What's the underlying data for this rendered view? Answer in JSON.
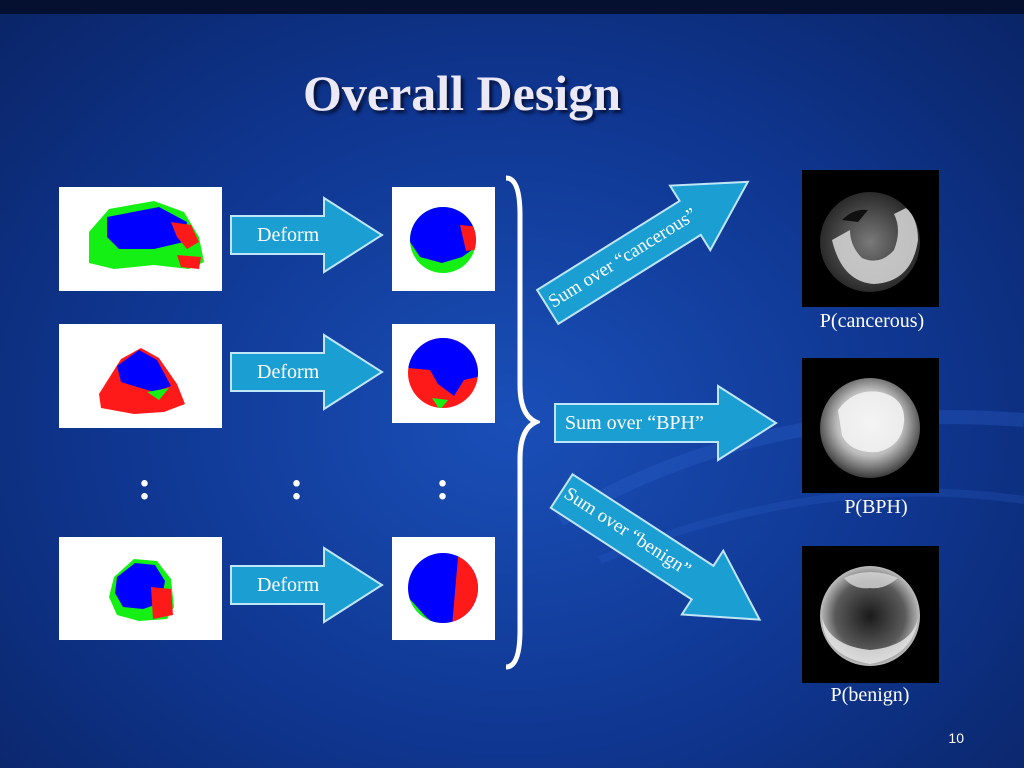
{
  "slide": {
    "title": "Overall Design",
    "page_number": "10"
  },
  "deform_labels": [
    "Deform",
    "Deform",
    "Deform"
  ],
  "ellipsis": [
    ":",
    ":",
    ":"
  ],
  "sum_labels": {
    "cancerous": "Sum over “cancerous”",
    "bph": "Sum over “BPH”",
    "benign": "Sum over “benign”"
  },
  "outputs": {
    "cancerous": "P(cancerous)",
    "bph": "P(BPH)",
    "benign": "P(benign)"
  },
  "colors": {
    "arrow_fill": "#1b9ed2",
    "arrow_stroke": "#bfe6f6",
    "region_blue": "#0000ff",
    "region_green": "#14f014",
    "region_red": "#ff1a1a"
  }
}
